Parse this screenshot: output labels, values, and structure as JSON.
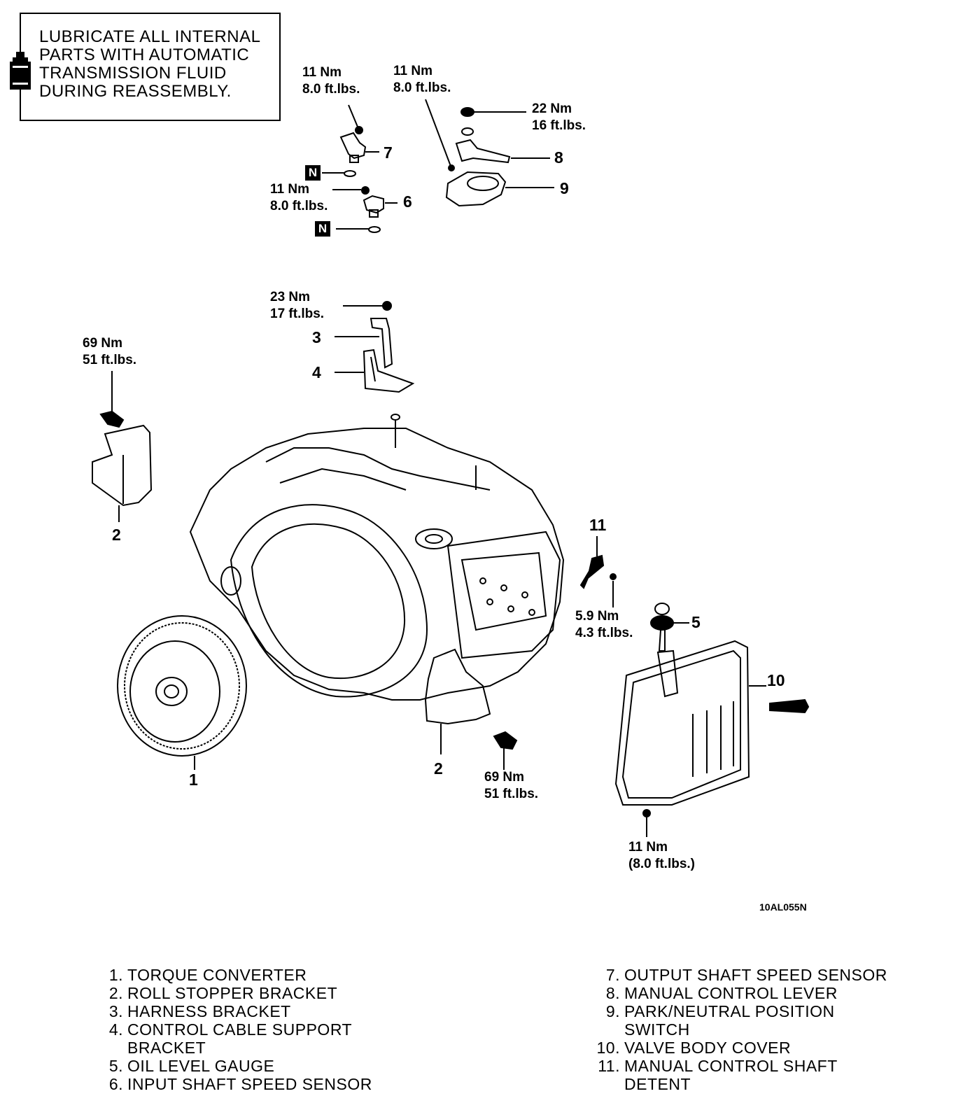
{
  "note": {
    "lines": [
      "LUBRICATE ALL INTERNAL",
      "PARTS WITH AUTOMATIC",
      "TRANSMISSION FLUID",
      "DURING REASSEMBLY."
    ]
  },
  "torque_labels": {
    "t7_nm": "11 Nm",
    "t7_ft": "8.0 ft.lbs.",
    "t8_nm": "11 Nm",
    "t8_ft": "8.0 ft.lbs.",
    "t8b_nm": "22 Nm",
    "t8b_ft": "16 ft.lbs.",
    "t6_nm": "11 Nm",
    "t6_ft": "8.0 ft.lbs.",
    "t3_nm": "23 Nm",
    "t3_ft": "17 ft.lbs.",
    "t2a_nm": "69 Nm",
    "t2a_ft": "51 ft.lbs.",
    "t11_nm": "5.9 Nm",
    "t11_ft": "4.3 ft.lbs.",
    "t2b_nm": "69 Nm",
    "t2b_ft": "51 ft.lbs.",
    "t10_nm": "11 Nm",
    "t10_ft": "(8.0 ft.lbs.)"
  },
  "callouts": {
    "c1": "1",
    "c2a": "2",
    "c2b": "2",
    "c3": "3",
    "c4": "4",
    "c5": "5",
    "c6": "6",
    "c7": "7",
    "c8": "8",
    "c9": "9",
    "c10": "10",
    "c11": "11",
    "n_mark_1": "N",
    "n_mark_2": "N"
  },
  "figure_code": "10AL055N",
  "legend": {
    "left": [
      {
        "n": "1.",
        "text": "TORQUE CONVERTER"
      },
      {
        "n": "2.",
        "text": "ROLL STOPPER BRACKET"
      },
      {
        "n": "3.",
        "text": "HARNESS BRACKET"
      },
      {
        "n": "4.",
        "text": "CONTROL CABLE SUPPORT"
      },
      {
        "n": "",
        "text": "BRACKET"
      },
      {
        "n": "5.",
        "text": "OIL LEVEL GAUGE"
      },
      {
        "n": "6.",
        "text": "INPUT SHAFT SPEED SENSOR"
      }
    ],
    "right": [
      {
        "n": "7.",
        "text": "OUTPUT SHAFT SPEED SENSOR"
      },
      {
        "n": "8.",
        "text": "MANUAL CONTROL LEVER"
      },
      {
        "n": "9.",
        "text": "PARK/NEUTRAL POSITION"
      },
      {
        "n": "",
        "text": "SWITCH"
      },
      {
        "n": "10.",
        "text": "VALVE BODY COVER"
      },
      {
        "n": "11.",
        "text": "MANUAL CONTROL SHAFT"
      },
      {
        "n": "",
        "text": "DETENT"
      }
    ]
  }
}
